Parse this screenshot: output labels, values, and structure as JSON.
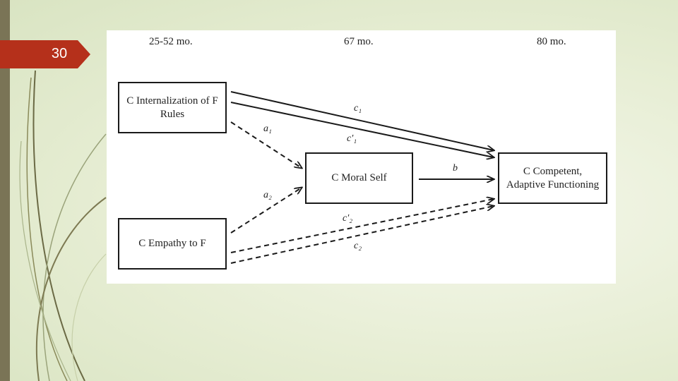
{
  "slide": {
    "number": "30"
  },
  "diagram": {
    "time_labels": [
      "25-52 mo.",
      "67 mo.",
      "80 mo."
    ],
    "nodes": {
      "internalization": "C Internalization of F Rules",
      "empathy": "C Empathy to F",
      "moral_self": "C Moral Self",
      "competent": "C Competent, Adaptive Functioning"
    },
    "paths": {
      "a1": "a₁",
      "a2": "a₂",
      "b": "b",
      "c1": "c₁",
      "c1_prime": "c′₁",
      "c2_prime": "c′₂",
      "c2": "c₂"
    },
    "colors": {
      "accent": "#b5301b",
      "sidebar": "#7a7456",
      "line": "#1a1a1a"
    }
  }
}
